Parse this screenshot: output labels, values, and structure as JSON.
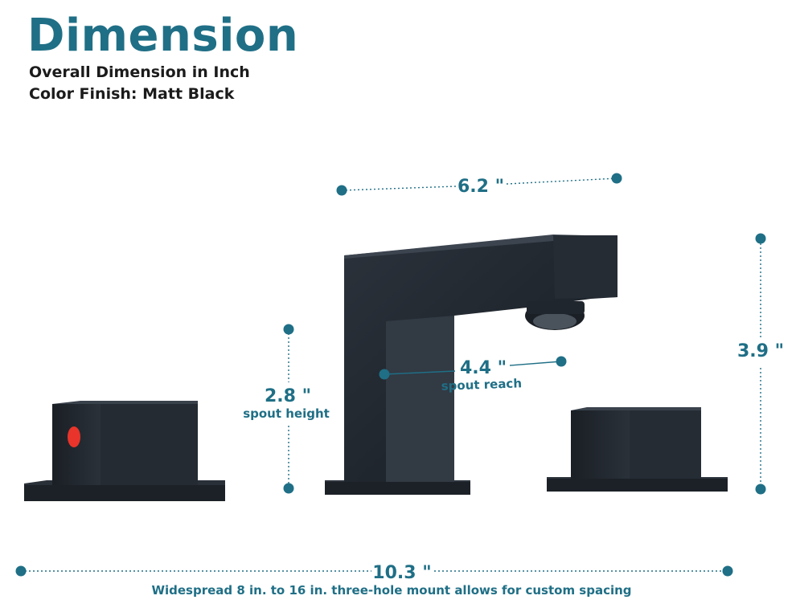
{
  "header": {
    "title": "Dimension",
    "line1": "Overall Dimension in Inch",
    "line2": "Color Finish: Matt Black"
  },
  "dimensions": {
    "top_width": "6.2 \"",
    "total_height": "3.9 \"",
    "spout_height_value": "2.8 \"",
    "spout_height_label": "spout height",
    "spout_reach_value": "4.4 \"",
    "spout_reach_label": "spout reach",
    "overall_width": "10.3 \"",
    "overall_note": "Widespread 8 in. to 16 in. three-hole mount allows for custom spacing"
  },
  "colors": {
    "accent": "#1f6f86",
    "finish": "#20262e",
    "hot_indicator": "#e8342a"
  }
}
